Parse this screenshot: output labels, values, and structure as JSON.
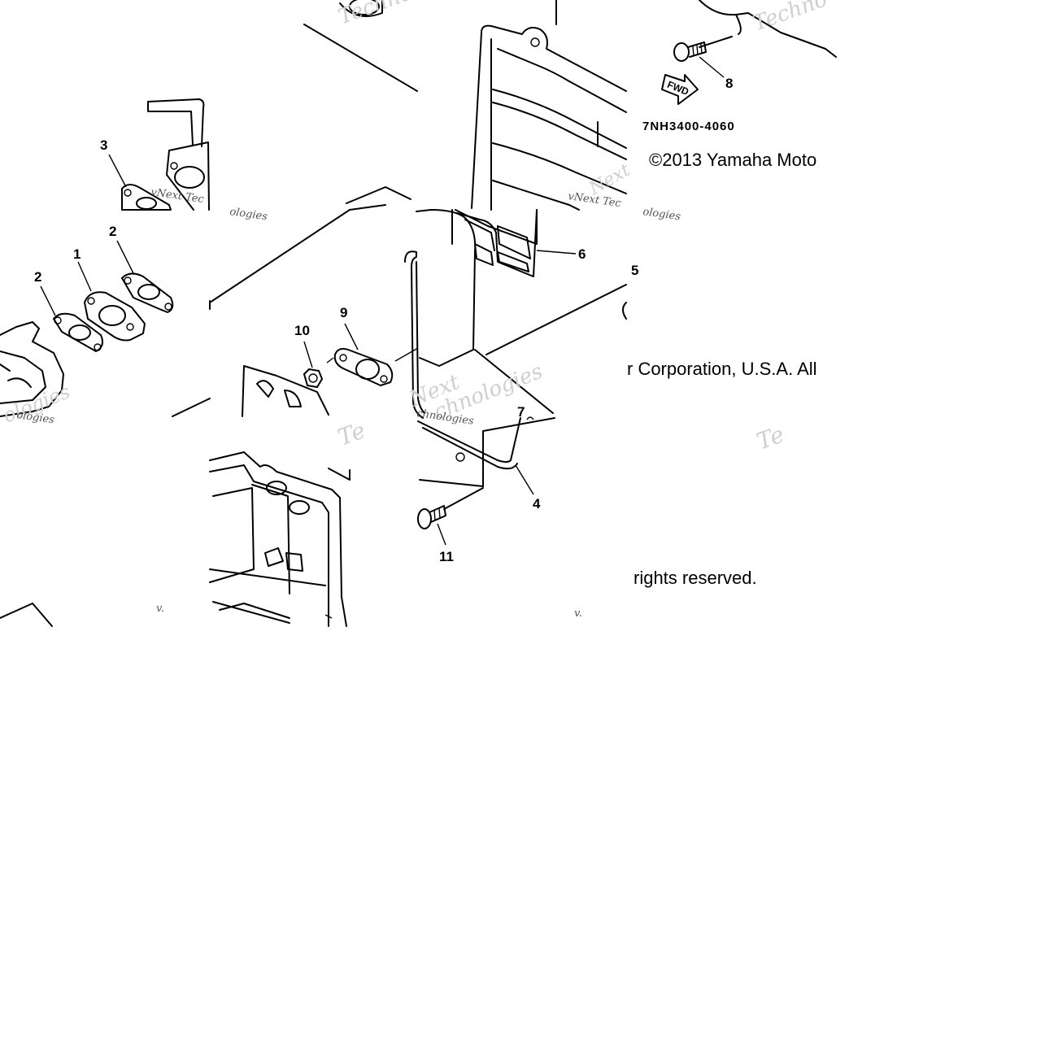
{
  "diagram": {
    "part_labels": [
      "1",
      "2",
      "2",
      "3",
      "4",
      "5",
      "6",
      "7",
      "8",
      "9",
      "10",
      "11"
    ],
    "diagram_code": "7NH3400-4060",
    "fwd_label": "FWD",
    "copyright_lines": [
      "©2013 Yamaha Moto",
      "r Corporation, U.S.A. All",
      "rights reserved."
    ],
    "watermarks": {
      "techno": "Techno",
      "te": "Te",
      "vnext": "vNext Tec",
      "ologies": "ologies",
      "chnologies": "chnologies",
      "next": "Next",
      "v": "v."
    }
  }
}
